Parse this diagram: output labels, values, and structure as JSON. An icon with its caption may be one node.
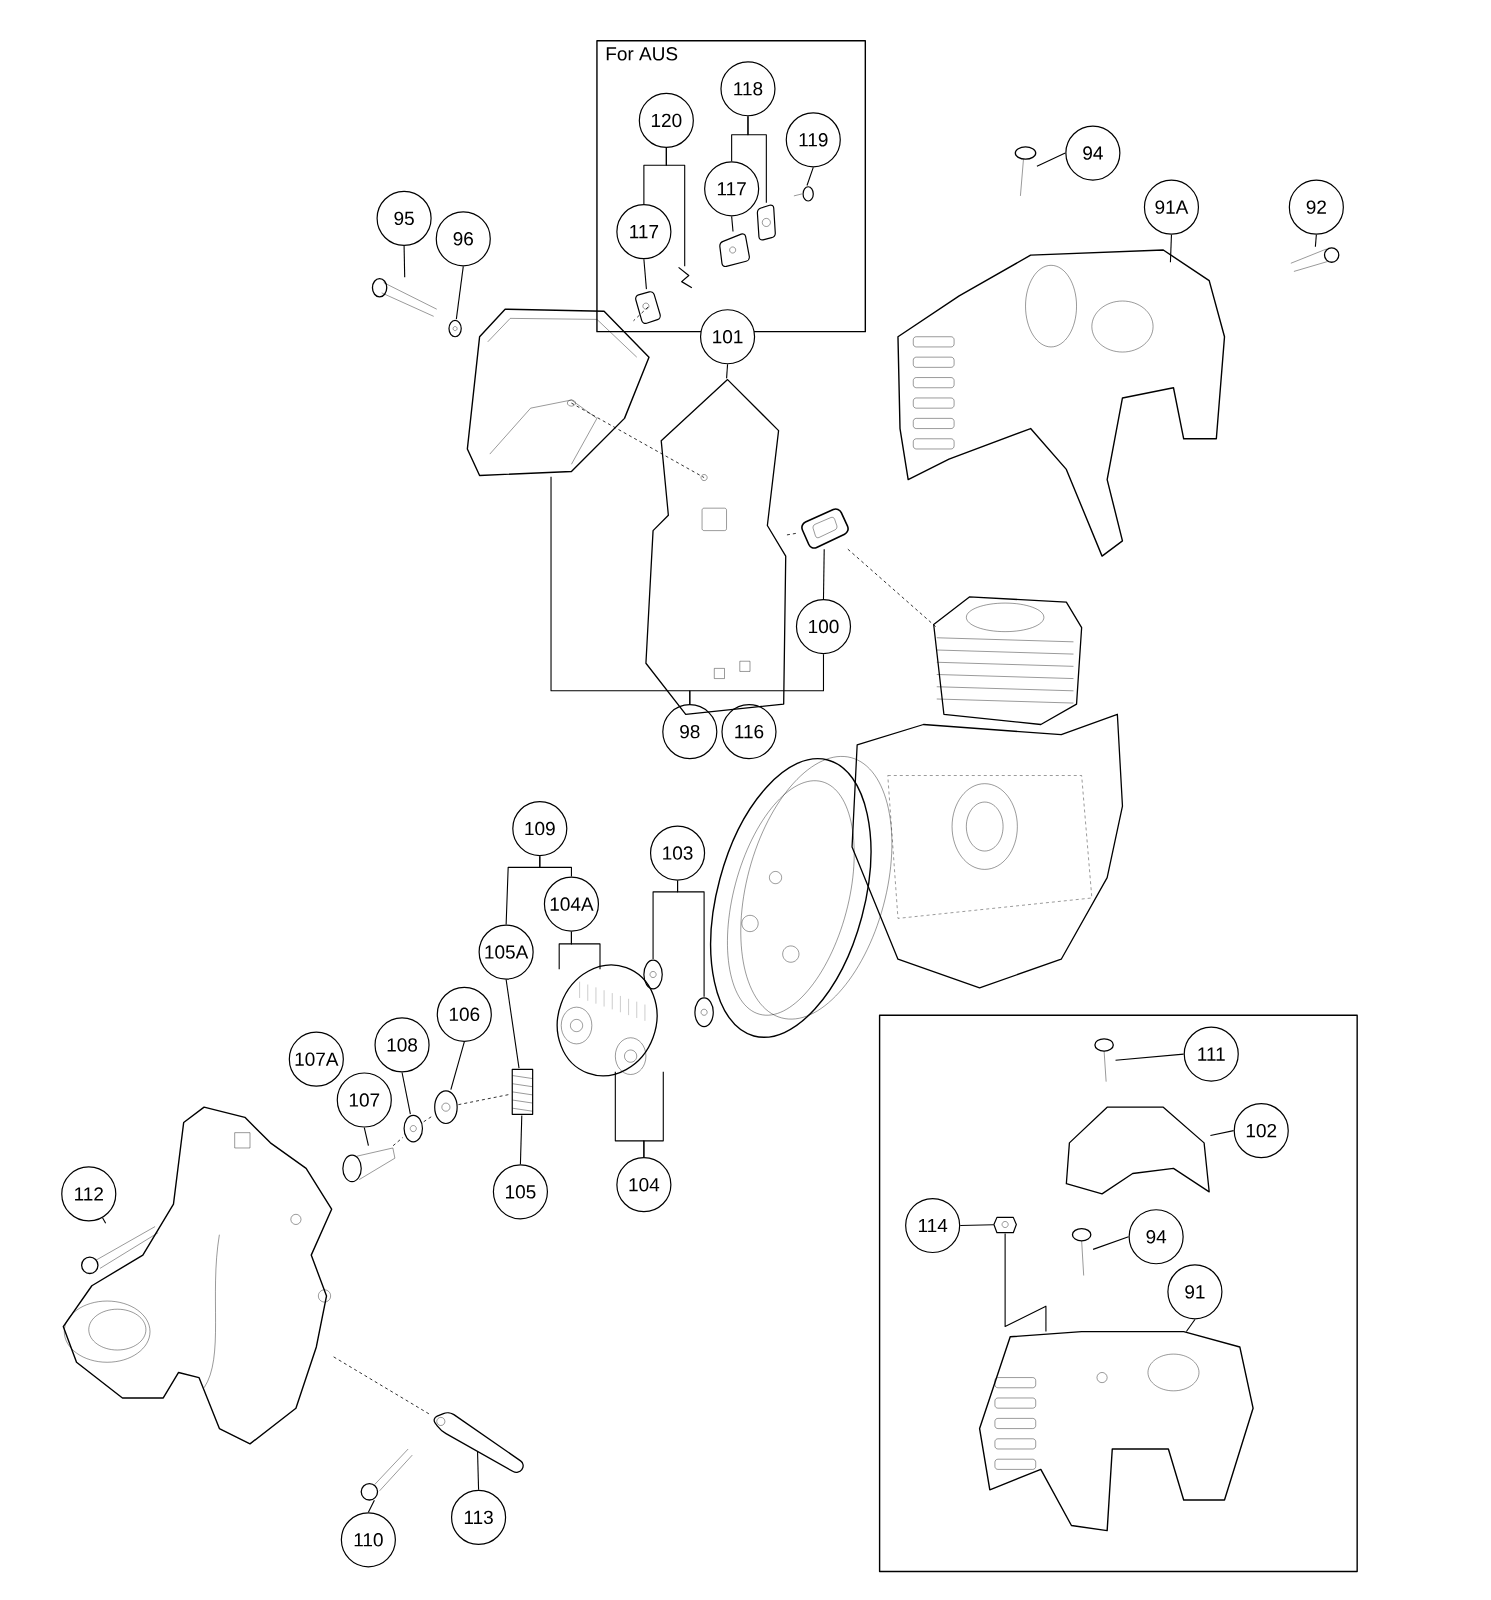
{
  "diagram": {
    "nodes": [
      {
        "text": [
          "For AUS"
        ]
      },
      {
        "text": [
          "118"
        ],
        "in": 0
      },
      {
        "text": [
          "120"
        ],
        "in": 0
      },
      {
        "text": [
          "119"
        ],
        "in": 0
      },
      {
        "text": [
          "117"
        ],
        "in": 0
      },
      {
        "text": [
          "117"
        ],
        "in": 0
      },
      {
        "text": [
          "94"
        ]
      },
      {
        "text": [
          "91A"
        ]
      },
      {
        "text": [
          "92"
        ]
      },
      {
        "text": [
          "95"
        ]
      },
      {
        "text": [
          "96"
        ]
      },
      {
        "text": [
          "101"
        ]
      },
      {
        "text": [
          "100"
        ]
      },
      {
        "text": [
          "98"
        ]
      },
      {
        "text": [
          "116"
        ]
      },
      {
        "text": [
          "109"
        ]
      },
      {
        "text": [
          "103"
        ]
      },
      {
        "text": [
          "104A"
        ]
      },
      {
        "text": [
          "105A"
        ]
      },
      {
        "text": [
          "106"
        ]
      },
      {
        "text": [
          "108"
        ]
      },
      {
        "text": [
          "107A"
        ]
      },
      {
        "text": [
          "107"
        ]
      },
      {
        "text": [
          "105"
        ]
      },
      {
        "text": [
          "104"
        ]
      },
      {
        "text": [
          "112"
        ]
      },
      {
        "text": [
          "110"
        ]
      },
      {
        "text": [
          "113"
        ]
      },
      {
        "text": [],
        "shape": "box"
      },
      {
        "text": [
          "111"
        ],
        "in": 28
      },
      {
        "text": [
          "102"
        ],
        "in": 28
      },
      {
        "text": [
          "114"
        ],
        "in": 28
      },
      {
        "text": [
          "94"
        ],
        "in": 28
      },
      {
        "text": [
          "91"
        ],
        "in": 28
      },
      {
        "text": [],
        "shape": "picture",
        "in": 0
      },
      {
        "text": [],
        "shape": "picture",
        "in": 0
      },
      {
        "text": [],
        "shape": "picture",
        "in": 0
      },
      {
        "text": [],
        "shape": "picture",
        "in": 0
      },
      {
        "text": [],
        "shape": "picture",
        "in": 0
      },
      {
        "text": [],
        "shape": "picture"
      },
      {
        "text": [],
        "shape": "picture"
      },
      {
        "text": [],
        "shape": "picture"
      },
      {
        "text": [],
        "shape": "picture"
      },
      {
        "text": [],
        "shape": "picture"
      },
      {
        "text": [],
        "shape": "picture"
      },
      {
        "text": [],
        "shape": "picture"
      },
      {
        "text": [],
        "shape": "picture"
      },
      {
        "text": [],
        "shape": "picture"
      },
      {
        "text": [],
        "shape": "picture"
      },
      {
        "text": [],
        "shape": "picture"
      },
      {
        "text": [],
        "shape": "picture"
      },
      {
        "text": [],
        "shape": "picture"
      },
      {
        "text": [],
        "shape": "picture"
      },
      {
        "text": [],
        "shape": "picture"
      },
      {
        "text": [],
        "shape": "picture"
      },
      {
        "text": [],
        "shape": "picture"
      },
      {
        "text": [],
        "shape": "picture"
      },
      {
        "text": [],
        "shape": "picture"
      },
      {
        "text": [],
        "shape": "picture"
      },
      {
        "text": [],
        "shape": "picture"
      },
      {
        "text": [],
        "shape": "picture",
        "in": 28
      },
      {
        "text": [],
        "shape": "picture",
        "in": 28
      },
      {
        "text": [],
        "shape": "picture",
        "in": 28
      },
      {
        "text": [],
        "shape": "picture",
        "in": 28
      },
      {
        "text": [],
        "shape": "picture",
        "in": 28
      }
    ],
    "edges": [
      {
        "from": 1,
        "to": 4,
        "arrow": "none"
      },
      {
        "from": 1,
        "to": 37,
        "arrow": "none"
      },
      {
        "from": 2,
        "to": 5,
        "arrow": "none"
      },
      {
        "from": 2,
        "to": 35,
        "arrow": "none"
      },
      {
        "from": 3,
        "to": 38,
        "arrow": "none"
      },
      {
        "from": 4,
        "to": 36,
        "arrow": "none"
      },
      {
        "from": 5,
        "to": 34,
        "arrow": "none"
      },
      {
        "from": 6,
        "to": 39,
        "arrow": "none"
      },
      {
        "from": 7,
        "to": 40,
        "arrow": "none"
      },
      {
        "from": 8,
        "to": 41,
        "arrow": "none"
      },
      {
        "from": 9,
        "to": 42,
        "arrow": "none"
      },
      {
        "from": 10,
        "to": 43,
        "arrow": "none"
      },
      {
        "from": 11,
        "to": 45,
        "arrow": "none"
      },
      {
        "from": 12,
        "to": 46,
        "arrow": "none"
      },
      {
        "from": 13,
        "to": 44,
        "arrow": "none"
      },
      {
        "from": 13,
        "to": 12,
        "arrow": "none"
      },
      {
        "from": 15,
        "to": 18,
        "arrow": "none"
      },
      {
        "from": 15,
        "to": 17,
        "arrow": "none"
      },
      {
        "from": 16,
        "to": 49,
        "arrow": "none"
      },
      {
        "from": 16,
        "to": 50,
        "arrow": "none"
      },
      {
        "from": 17,
        "to": 51,
        "arrow": "none"
      },
      {
        "from": 17,
        "to": 51,
        "arrow": "none"
      },
      {
        "from": 18,
        "to": 52,
        "arrow": "none"
      },
      {
        "from": 19,
        "to": 53,
        "arrow": "none"
      },
      {
        "from": 20,
        "to": 54,
        "arrow": "none"
      },
      {
        "from": 22,
        "to": 55,
        "arrow": "none"
      },
      {
        "from": 23,
        "to": 52,
        "arrow": "none"
      },
      {
        "from": 24,
        "to": 51,
        "arrow": "none"
      },
      {
        "from": 24,
        "to": 51,
        "arrow": "none"
      },
      {
        "from": 25,
        "to": 57,
        "arrow": "none"
      },
      {
        "from": 26,
        "to": 58,
        "arrow": "none"
      },
      {
        "from": 27,
        "to": 59,
        "arrow": "none"
      },
      {
        "from": 29,
        "to": 60,
        "arrow": "none"
      },
      {
        "from": 30,
        "to": 61,
        "arrow": "none"
      },
      {
        "from": 31,
        "to": 62,
        "arrow": "none"
      },
      {
        "from": 32,
        "to": 63,
        "arrow": "none"
      },
      {
        "from": 33,
        "to": 64,
        "arrow": "none"
      },
      {
        "from": 44,
        "to": 34,
        "arrow": "none",
        "style": "dashed"
      },
      {
        "from": 44,
        "to": 45,
        "arrow": "none",
        "style": "dashed"
      },
      {
        "from": 45,
        "to": 46,
        "arrow": "none",
        "style": "dashed"
      },
      {
        "from": 46,
        "to": 47,
        "arrow": "none",
        "style": "dashed"
      },
      {
        "from": 55,
        "to": 54,
        "arrow": "none",
        "style": "dashed"
      },
      {
        "from": 59,
        "to": 56,
        "arrow": "none",
        "style": "dashed"
      },
      {
        "from": 62,
        "to": 64,
        "arrow": "none"
      },
      {
        "from": 54,
        "to": 53,
        "arrow": "none",
        "style": "dashed"
      },
      {
        "from": 53,
        "to": 52,
        "arrow": "none",
        "style": "dashed"
      }
    ]
  }
}
